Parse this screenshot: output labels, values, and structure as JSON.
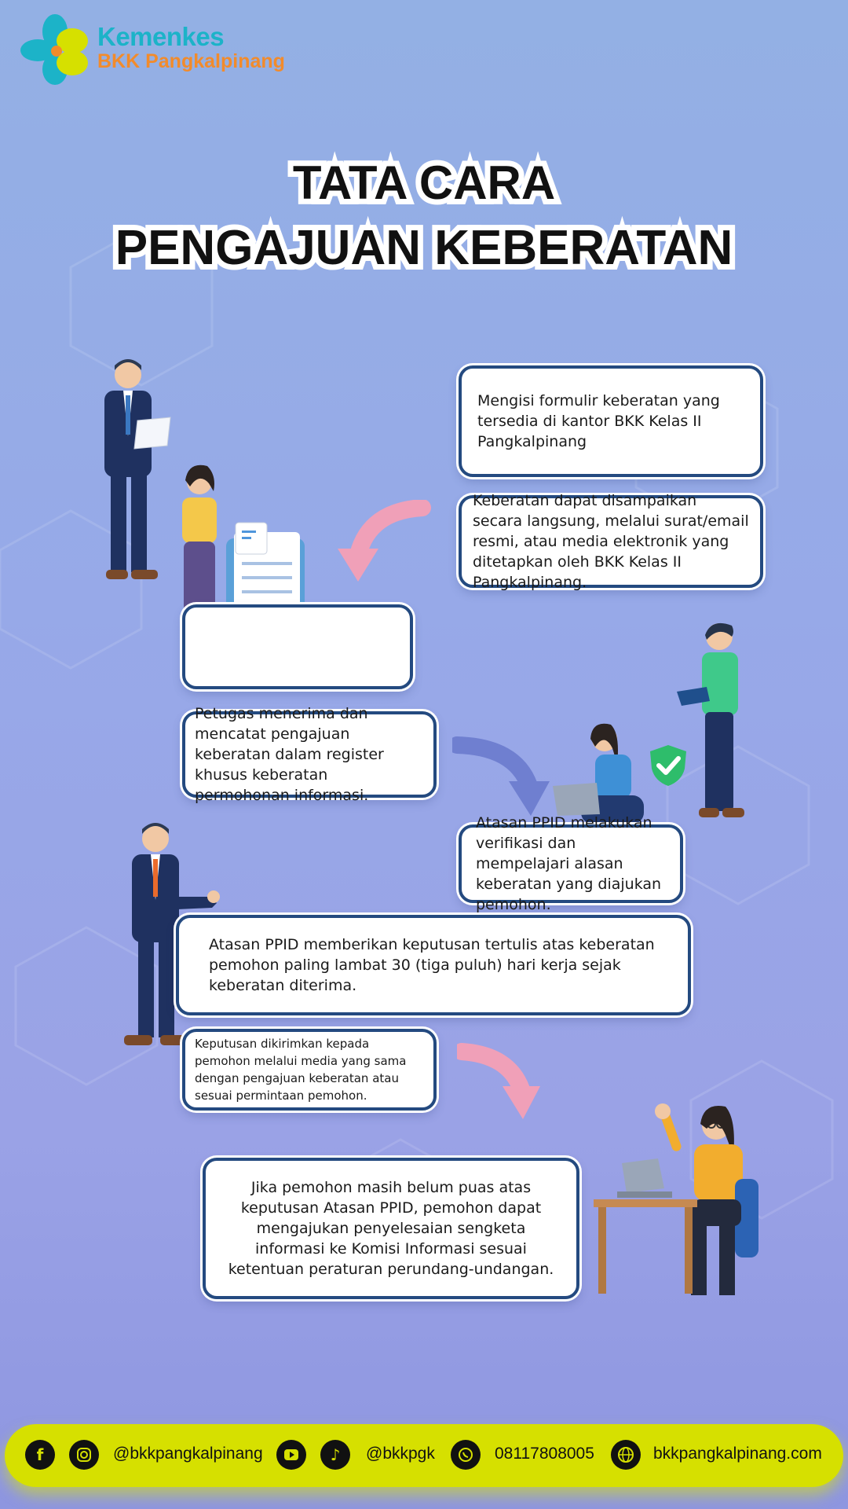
{
  "logo": {
    "title": "Kemenkes",
    "subtitle": "BKK Pangkalpinang",
    "colors": [
      "#1cb3c8",
      "#d6e000",
      "#f28b2b"
    ]
  },
  "title": {
    "line1": "TATA CARA",
    "line2": "PENGAJUAN KEBERATAN"
  },
  "steps": [
    "Mengisi formulir keberatan yang tersedia di kantor BKK Kelas II Pangkalpinang",
    "Keberatan dapat disampaikan secara langsung, melalui surat/email resmi, atau media elektronik yang ditetapkan oleh BKK Kelas II Pangkalpinang.",
    "Petugas menerima dan mencatat pengajuan keberatan dalam register khusus keberatan permohonan informasi.",
    "Atasan PPID melakukan verifikasi dan mempelajari alasan keberatan yang diajukan pemohon.",
    "Atasan PPID memberikan keputusan tertulis atas keberatan pemohon paling lambat 30 (tiga puluh) hari kerja sejak keberatan diterima.",
    "Keputusan dikirimkan kepada pemohon melalui media yang sama dengan pengajuan keberatan atau sesuai permintaan pemohon.",
    "Jika pemohon masih belum puas atas keputusan Atasan PPID, pemohon dapat mengajukan penyelesaian sengketa informasi ke Komisi Informasi sesuai ketentuan peraturan perundang-undangan."
  ],
  "footer": {
    "icons": [
      "facebook-icon",
      "instagram-icon",
      "youtube-icon",
      "tiktok-icon",
      "whatsapp-icon",
      "globe-icon"
    ],
    "handle1": "@bkkpangkalpinang",
    "handle2": "@bkkpgk",
    "phone": "08117808005",
    "website": "bkkpangkalpinang.com"
  },
  "colors": {
    "box_border": "#244a80",
    "footer_bg": "#d6e000",
    "arrow_pink": "#f0a0b8",
    "arrow_blue": "#6f7fd0",
    "check_green": "#2ebd6b"
  }
}
